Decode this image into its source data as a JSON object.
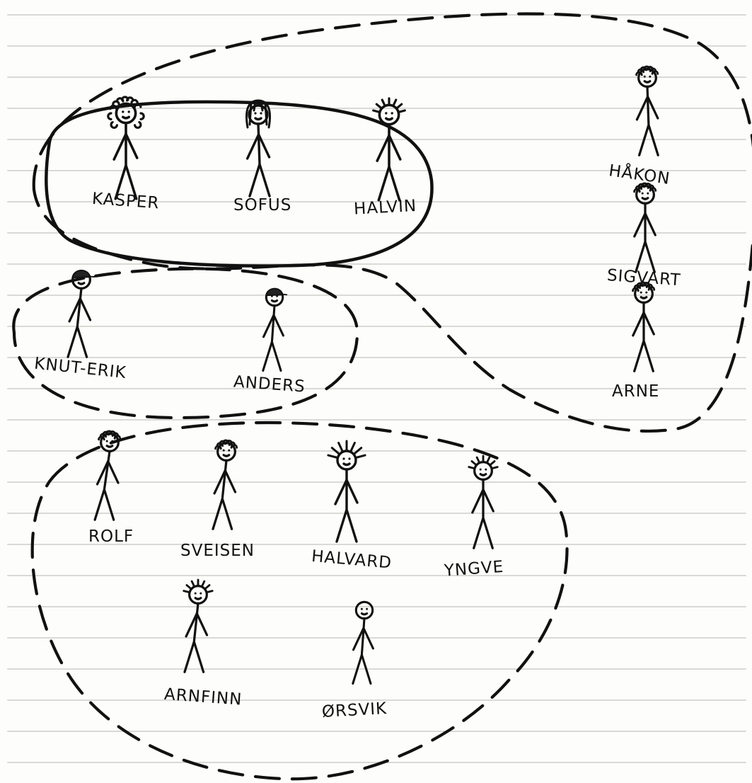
{
  "diagram": {
    "groups": [
      {
        "id": "large-group",
        "people": [
          {
            "name": "KASPER",
            "hair": "curly"
          },
          {
            "name": "SOFUS",
            "hair": "long"
          },
          {
            "name": "HALVIN",
            "hair": "spiky"
          },
          {
            "name": "HÅKON",
            "hair": "curly"
          },
          {
            "name": "SIGVART",
            "hair": "curly"
          },
          {
            "name": "ARNE",
            "hair": "curly"
          }
        ]
      },
      {
        "id": "inner-group",
        "people": [
          {
            "name": "KASPER"
          },
          {
            "name": "SOFUS"
          },
          {
            "name": "HALVIN"
          }
        ]
      },
      {
        "id": "middle-group",
        "people": [
          {
            "name": "KNUT-ERIK",
            "hair": "cap"
          },
          {
            "name": "ANDERS",
            "hair": "cap"
          }
        ]
      },
      {
        "id": "lower-group",
        "people": [
          {
            "name": "ROLF",
            "hair": "curly"
          },
          {
            "name": "SVEISEN",
            "hair": "curly"
          },
          {
            "name": "HALVARD",
            "hair": "spiky"
          },
          {
            "name": "YNGVE",
            "hair": "spiky"
          },
          {
            "name": "ARNFINN",
            "hair": "spiky"
          },
          {
            "name": "ØRSVIK",
            "hair": "bald"
          }
        ]
      }
    ],
    "labels": {
      "kasper": "KASPER",
      "sofus": "SOFUS",
      "halvin": "HALVIN",
      "hakon": "HÅKON",
      "sigvart": "SIGVART",
      "arne": "ARNE",
      "knut_erik": "KNUT-ERIK",
      "anders": "ANDERS",
      "rolf": "ROLF",
      "sveisen": "SVEISEN",
      "halvard": "HALVARD",
      "yngve": "YNGVE",
      "arnfinn": "ARNFINN",
      "orsvik": "ØRSVIK"
    }
  }
}
